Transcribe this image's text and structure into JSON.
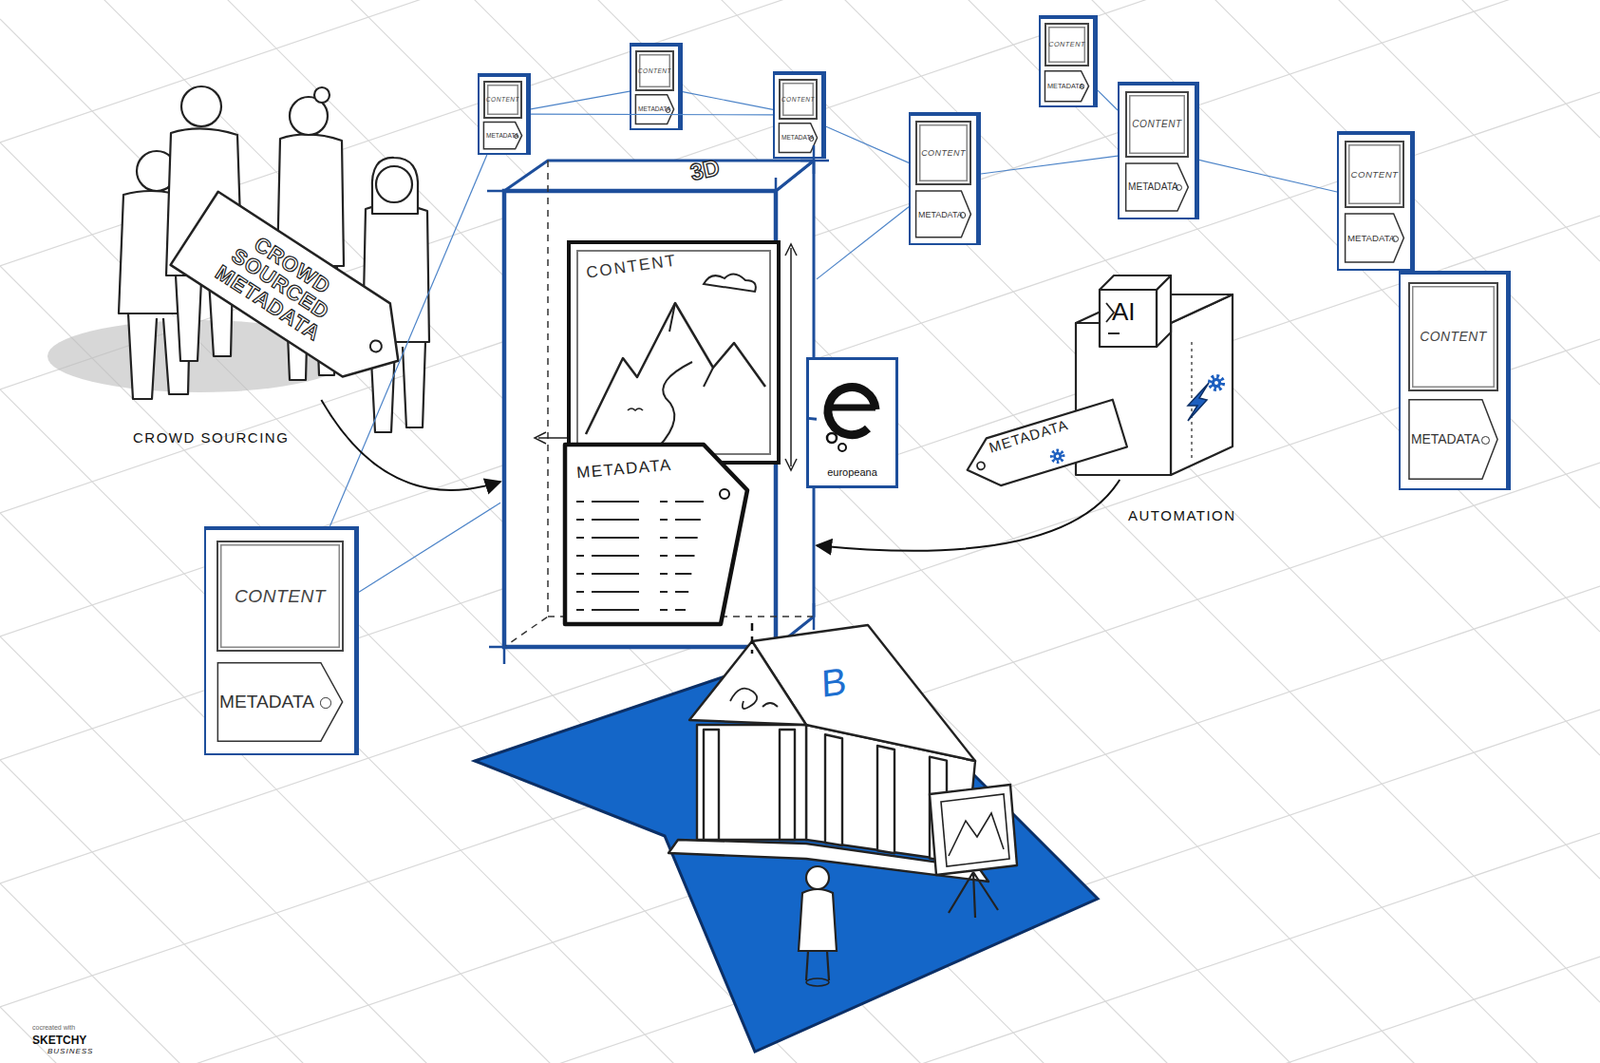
{
  "diagram": {
    "nodes": [
      {
        "text": [
          "CROWD SOURCED METADATA"
        ]
      },
      {
        "text": [
          "CONTENT",
          "METADATA"
        ]
      },
      {
        "text": [
          "CONTENT",
          "METADATA"
        ]
      },
      {
        "text": [
          "CONTENT",
          "METADATA"
        ]
      },
      {
        "text": [
          "CONTENT",
          "METADATA"
        ]
      },
      {
        "text": [
          "CONTENT",
          "METADATA"
        ]
      },
      {
        "text": [
          "CONTENT",
          "METADATA"
        ]
      },
      {
        "text": [
          "CONTENT",
          "METADATA"
        ]
      },
      {
        "text": [
          "3D"
        ]
      },
      {
        "text": [
          "CONTENT"
        ],
        "in": 8
      },
      {
        "text": [
          "METADATA"
        ],
        "in": 8
      },
      {
        "text": [
          "europeana"
        ]
      },
      {
        "text": [
          "AI"
        ]
      },
      {
        "text": [
          "METADATA"
        ]
      },
      {
        "text": [
          "CONTENT",
          "METADATA"
        ]
      },
      {
        "text": [
          "CONTENT",
          "METADATA"
        ]
      },
      {
        "text": [
          "B"
        ]
      }
    ],
    "edges": [
      {
        "from": 1,
        "to": 2,
        "arrow": "none"
      },
      {
        "from": 1,
        "to": 3,
        "arrow": "none"
      },
      {
        "from": 2,
        "to": 3,
        "arrow": "none"
      },
      {
        "from": 3,
        "to": 4,
        "arrow": "none"
      },
      {
        "from": 4,
        "to": 6,
        "arrow": "none"
      },
      {
        "from": 5,
        "to": 6,
        "arrow": "none"
      },
      {
        "from": 6,
        "to": 7,
        "arrow": "none"
      },
      {
        "from": 7,
        "to": 14,
        "arrow": "none"
      },
      {
        "from": 15,
        "to": 1,
        "arrow": "none"
      },
      {
        "from": 15,
        "to": 8,
        "arrow": "none"
      },
      {
        "from": 8,
        "to": 4,
        "arrow": "none"
      },
      {
        "from": 0,
        "to": 8,
        "arrow": "to",
        "label": "CROWD SOURCING"
      },
      {
        "from": 12,
        "to": 8,
        "arrow": "to",
        "label": "AUTOMATION"
      },
      {
        "from": 11,
        "to": 8,
        "arrow": "none"
      },
      {
        "from": 16,
        "to": 8,
        "arrow": "none"
      }
    ],
    "labels": [
      "cocreated with",
      "SKETCHY",
      "BUSINESS"
    ]
  }
}
